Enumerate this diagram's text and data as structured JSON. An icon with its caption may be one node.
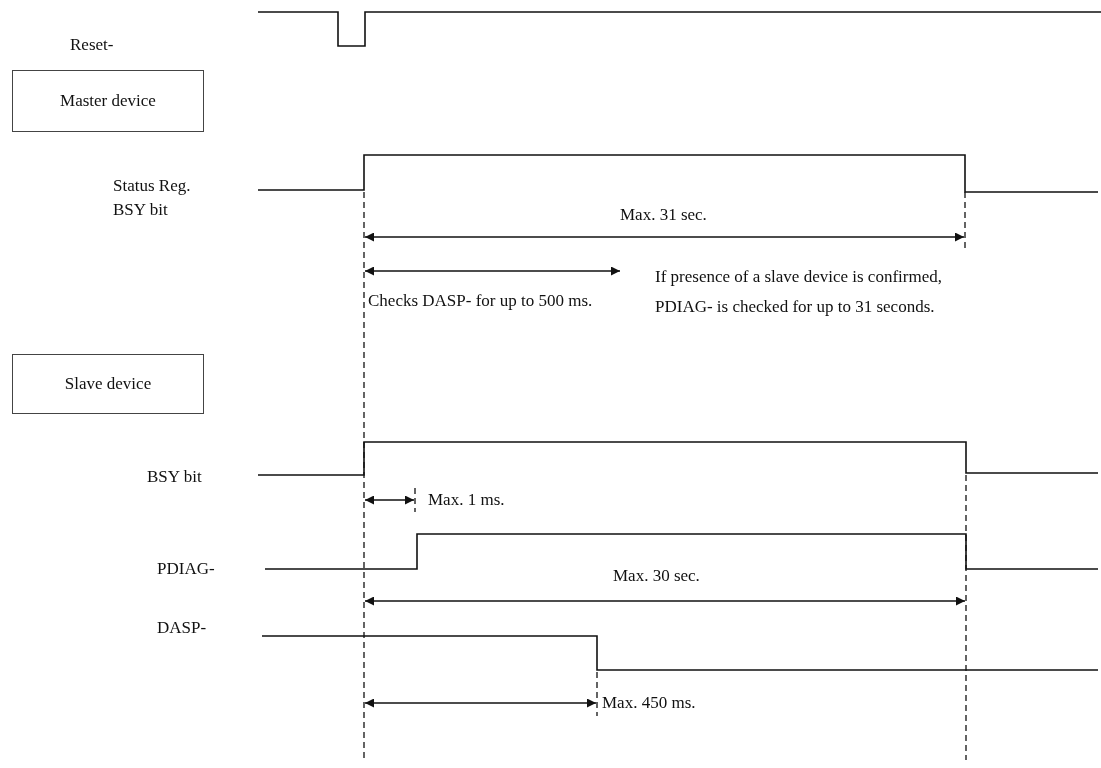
{
  "diagram": {
    "nodes": [
      {
        "text": [
          "Master device"
        ]
      },
      {
        "text": [
          "Slave device"
        ]
      }
    ],
    "labels": [
      "Reset-",
      "Status Reg. BSY bit",
      "Max. 31 sec.",
      "Checks DASP- for up to 500 ms.",
      "If presence of a slave device is confirmed, PDIAG- is checked for up to 31 seconds.",
      "BSY bit",
      "Max. 1 ms.",
      "PDIAG-",
      "Max. 30 sec.",
      "DASP-",
      "Max. 450 ms."
    ]
  }
}
